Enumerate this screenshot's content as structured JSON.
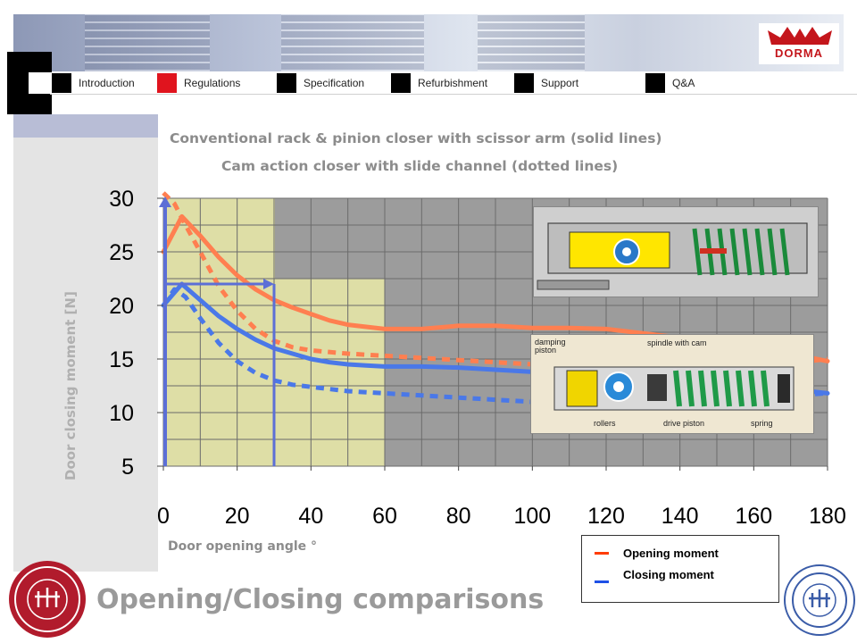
{
  "nav": {
    "items": [
      {
        "label": "Introduction",
        "color": "#000000"
      },
      {
        "label": "Regulations",
        "color": "#e0141e"
      },
      {
        "label": "Specification",
        "color": "#000000"
      },
      {
        "label": "Refurbishment",
        "color": "#000000"
      },
      {
        "label": "Support",
        "color": "#000000"
      },
      {
        "label": "Q&A",
        "color": "#000000"
      }
    ]
  },
  "brand": {
    "name": "DORMA",
    "color": "#c4161c"
  },
  "slide_title": "Opening/Closing comparisons",
  "chart_data": {
    "type": "line",
    "title": "Conventional rack & pinion closer with scissor arm (solid lines)",
    "subtitle": "Cam action closer with slide channel (dotted lines)",
    "xlabel": "Door opening angle °",
    "ylabel": "Door closing moment [N]",
    "xlim": [
      0,
      180
    ],
    "ylim": [
      5,
      30
    ],
    "xticks": [
      0,
      20,
      40,
      60,
      80,
      100,
      120,
      140,
      160,
      180
    ],
    "yticks": [
      5,
      10,
      15,
      20,
      25,
      30
    ],
    "grid": true,
    "highlight_region": [
      0,
      60
    ],
    "series": [
      {
        "name": "Opening moment",
        "style": "solid",
        "color": "#ff7f50",
        "x": [
          0,
          5,
          10,
          15,
          20,
          25,
          30,
          35,
          40,
          45,
          50,
          55,
          60,
          70,
          80,
          90,
          100,
          110,
          120,
          130,
          140,
          150,
          160,
          170,
          180
        ],
        "y": [
          25,
          28.3,
          26.5,
          24.5,
          22.8,
          21.5,
          20.5,
          19.8,
          19.2,
          18.6,
          18.2,
          18.0,
          17.8,
          17.8,
          18.1,
          18.1,
          17.9,
          17.9,
          17.8,
          17.4,
          17.0,
          16.5,
          16.0,
          15.5,
          14.8
        ]
      },
      {
        "name": "Closing moment",
        "style": "solid",
        "color": "#4a78e8",
        "x": [
          0,
          5,
          10,
          15,
          20,
          25,
          30,
          35,
          40,
          45,
          50,
          55,
          60,
          70,
          80,
          90,
          100,
          110,
          120,
          130,
          140,
          150,
          160,
          170,
          180
        ],
        "y": [
          20,
          22,
          20.5,
          19,
          17.8,
          16.8,
          16,
          15.5,
          15.0,
          14.7,
          14.5,
          14.4,
          14.3,
          14.3,
          14.2,
          14.0,
          13.8,
          13.6,
          13.4,
          13.2,
          13.0,
          12.8,
          12.5,
          12.2,
          11.8
        ]
      },
      {
        "name": "Opening moment",
        "style": "dotted",
        "color": "#ff7f50",
        "x": [
          0,
          3,
          6,
          10,
          15,
          20,
          25,
          30,
          35,
          40,
          50,
          60,
          70,
          80,
          90,
          100,
          110,
          120,
          130,
          140,
          150,
          160,
          170,
          180
        ],
        "y": [
          30.5,
          29.5,
          27.5,
          25,
          21.8,
          19.5,
          17.8,
          16.7,
          16.1,
          15.8,
          15.5,
          15.3,
          15.1,
          14.9,
          14.7,
          14.5,
          14.3,
          14.1,
          14.0,
          14.0,
          14.1,
          14.3,
          14.6,
          15.0
        ]
      },
      {
        "name": "Closing moment",
        "style": "dotted",
        "color": "#4a78e8",
        "x": [
          0,
          3,
          6,
          10,
          15,
          20,
          25,
          30,
          35,
          40,
          50,
          60,
          70,
          80,
          90,
          100,
          110,
          120,
          130,
          140,
          150,
          160,
          170,
          180
        ],
        "y": [
          20,
          21.5,
          20.8,
          18.8,
          16.5,
          14.8,
          13.7,
          13.0,
          12.6,
          12.4,
          12.0,
          11.8,
          11.6,
          11.4,
          11.2,
          11.0,
          10.9,
          10.8,
          10.8,
          11.0,
          11.2,
          11.4,
          11.6,
          11.8
        ]
      }
    ],
    "legend": {
      "placement": "bottom-right",
      "entries": [
        {
          "label": "Opening moment",
          "color": "#ff3c00"
        },
        {
          "label": "Closing moment",
          "color": "#1e50e6"
        }
      ]
    }
  },
  "insets": {
    "cam_labels": [
      "damping piston",
      "spindle with cam",
      "rollers",
      "drive piston",
      "spring"
    ]
  }
}
